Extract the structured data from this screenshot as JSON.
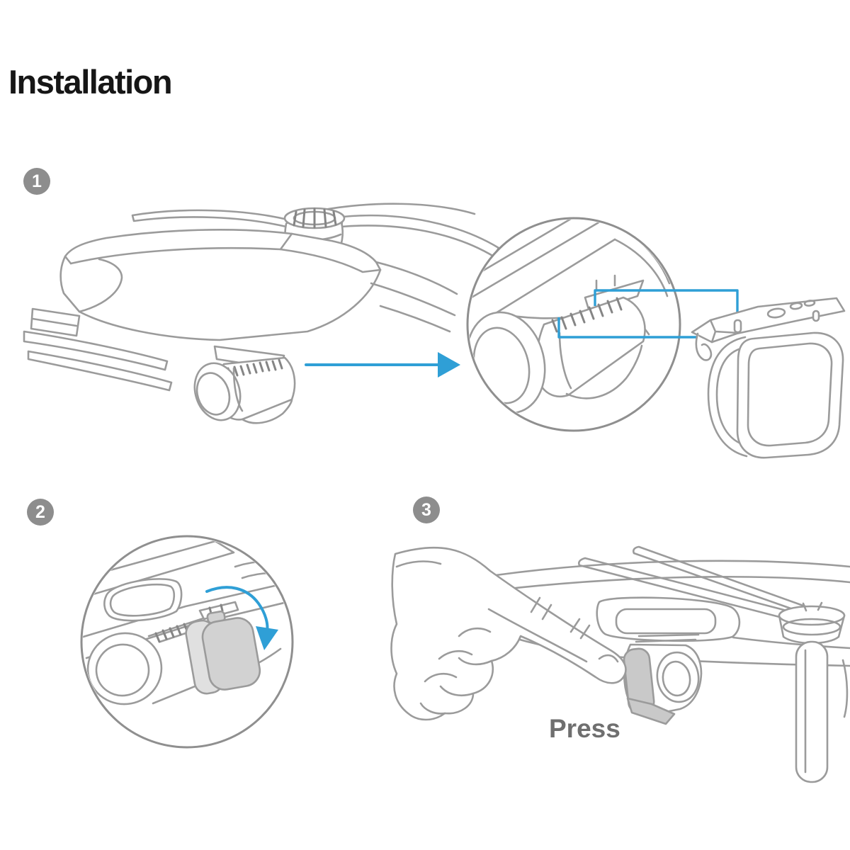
{
  "page": {
    "title": "Installation",
    "background_color": "#ffffff"
  },
  "steps": [
    {
      "number": "1",
      "shows": "drone-with-gimbal-camera, arrow to zoomed circle detail, separate lens filter with hook"
    },
    {
      "number": "2",
      "shows": "zoomed circle: filter hooked on camera, curved arrow rotating it down"
    },
    {
      "number": "3",
      "shows": "finger pressing filter onto gimbal camera",
      "press_label": "Press"
    }
  ],
  "colors": {
    "line_art_gray": "#9b9b9b",
    "ridge_dark_gray": "#858585",
    "accent_blue": "#2f9fd6",
    "badge_gray": "#8d8d8d",
    "filter_fill_gray": "#d2d2d2",
    "title_text": "#161616",
    "press_text": "#6f6f6f"
  },
  "icons": {
    "step_arrow": "arrow-right-icon",
    "rotate_arrow": "curved-arrow-icon"
  }
}
